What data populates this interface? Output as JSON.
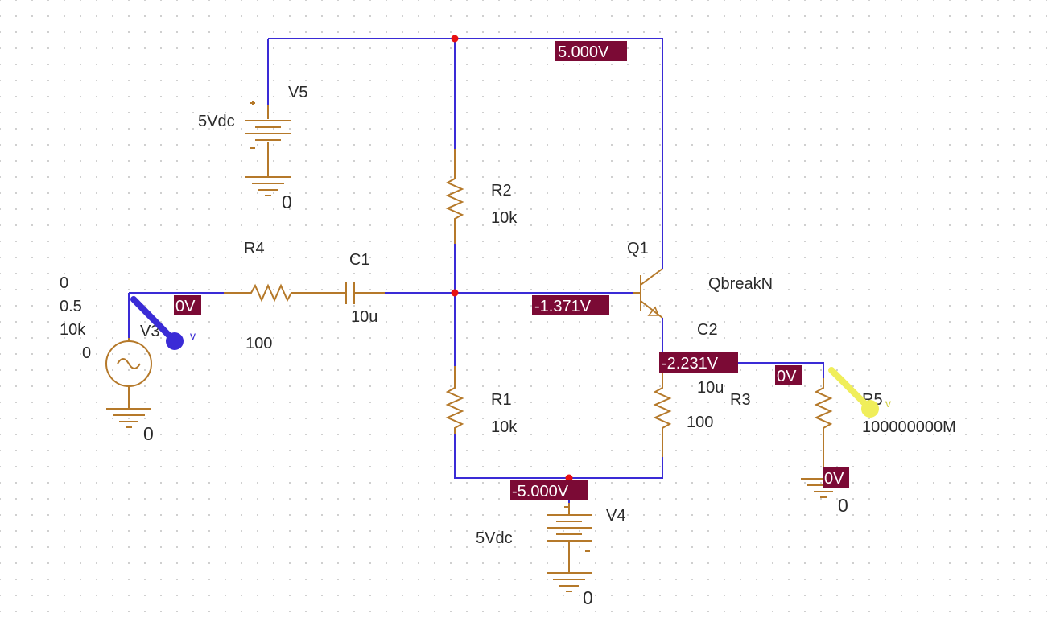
{
  "colors": {
    "wire": "#3a2bd6",
    "component": "#b5792a",
    "node": "#e81010",
    "voltage_badge_bg": "#7b0a35",
    "voltage_badge_text": "#ffffff",
    "probe_blue": "#3a2bd6",
    "probe_yellow": "#f0ee5a"
  },
  "components": {
    "v5": {
      "ref": "V5",
      "value": "5Vdc"
    },
    "v4": {
      "ref": "V4",
      "value": "5Vdc"
    },
    "v3": {
      "ref": "V3",
      "params": [
        "0",
        "0.5",
        "10k",
        "0"
      ]
    },
    "r1": {
      "ref": "R1",
      "value": "10k"
    },
    "r2": {
      "ref": "R2",
      "value": "10k"
    },
    "r3": {
      "ref": "R3",
      "value": "100"
    },
    "r4": {
      "ref": "R4",
      "value": "100"
    },
    "r5": {
      "ref": "R5",
      "value": "100000000M"
    },
    "c1": {
      "ref": "C1",
      "value": "10u"
    },
    "c2": {
      "ref": "C2",
      "value": "10u"
    },
    "q1": {
      "ref": "Q1",
      "model": "QbreakN"
    }
  },
  "ground_label": "0",
  "voltage_markers": {
    "top_rail": "5.000V",
    "base": "-1.371V",
    "emitter": "-2.231V",
    "bottom_rail": "-5.000V",
    "source": "0V",
    "output": "0V",
    "r5_bottom": "0V"
  },
  "probes": {
    "input": "v",
    "output": "v"
  }
}
